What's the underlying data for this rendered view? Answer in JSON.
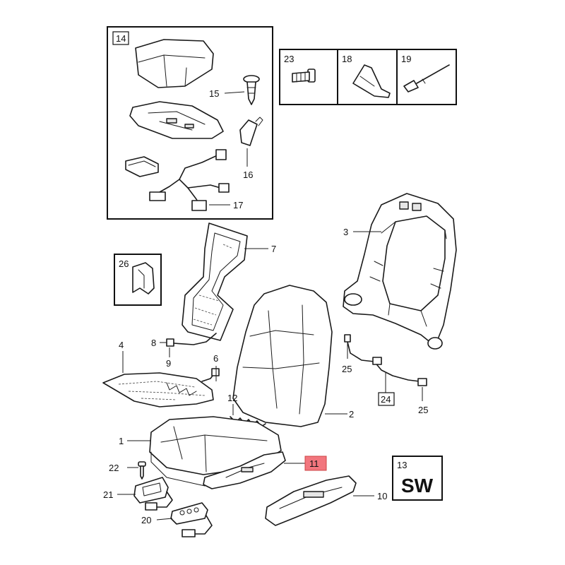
{
  "callouts": {
    "c1": "1",
    "c2": "2",
    "c3": "3",
    "c4": "4",
    "c6": "6",
    "c7": "7",
    "c8": "8",
    "c9": "9",
    "c10": "10",
    "c11": "11",
    "c12": "12",
    "c13": "13",
    "c14": "14",
    "c15": "15",
    "c16": "16",
    "c17": "17",
    "c18": "18",
    "c19": "19",
    "c20": "20",
    "c21": "21",
    "c22": "22",
    "c23": "23",
    "c24": "24",
    "c25a": "25",
    "c25b": "25",
    "c26": "26"
  },
  "variant_code": "SW",
  "highlight_color": "#f2767e"
}
